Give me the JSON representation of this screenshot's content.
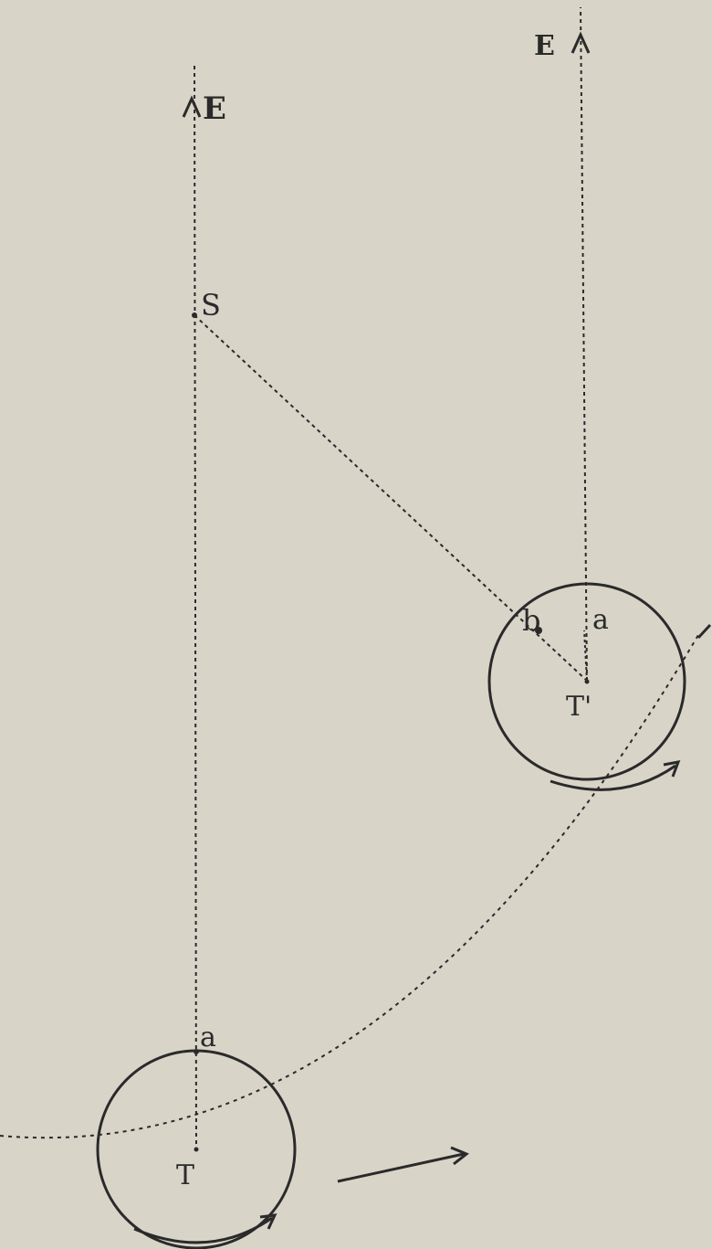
{
  "diagram": {
    "background_color": "#d8d4c8",
    "ink_color": "#2a2a2a",
    "labels": {
      "E_left": "E",
      "E_right": "E",
      "S": "S",
      "a_left": "a",
      "a_right": "a",
      "b": "b",
      "T": "T",
      "T_prime": "T'"
    }
  }
}
